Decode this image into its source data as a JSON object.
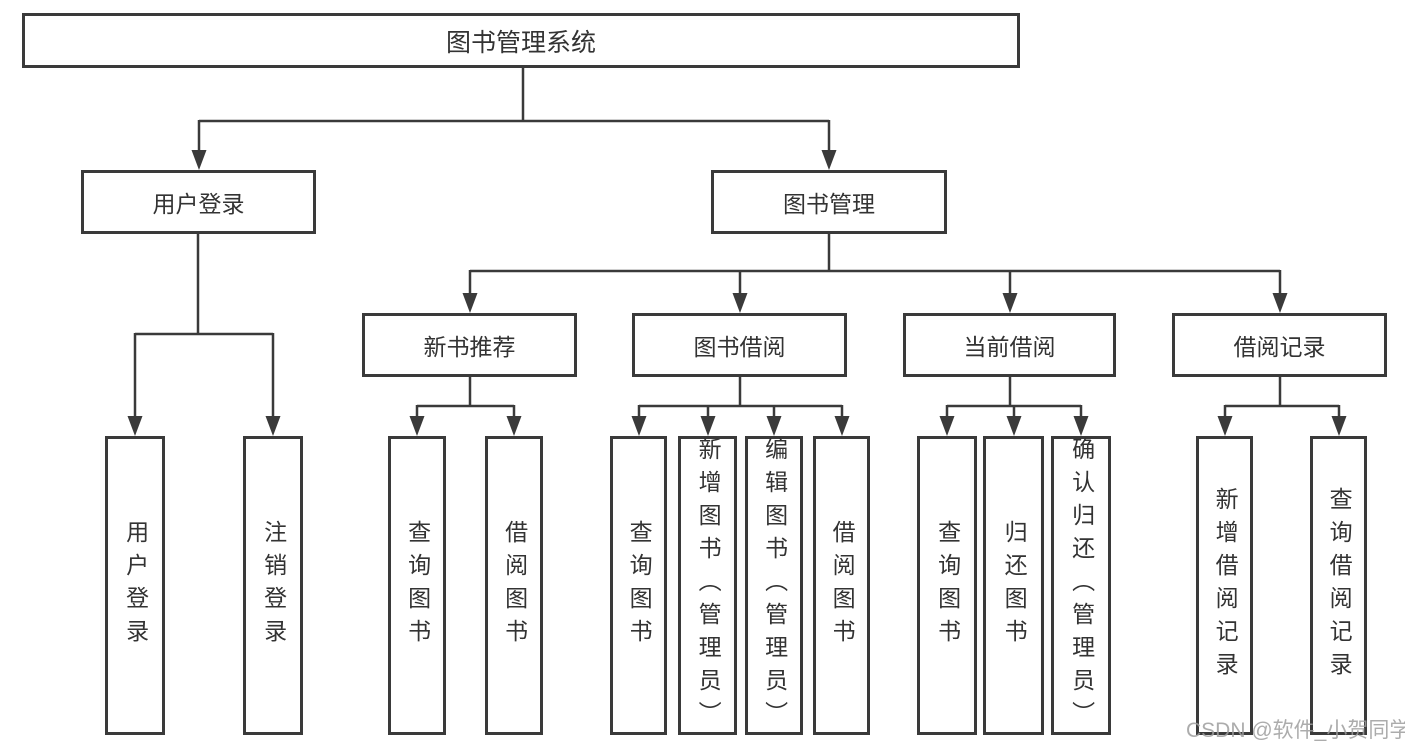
{
  "diagram": {
    "title": "图书管理系统",
    "level2": {
      "user_login_module": "用户登录",
      "book_management": "图书管理"
    },
    "level3": {
      "new_book_recommend": "新书推荐",
      "book_borrowing": "图书借阅",
      "current_borrowing": "当前借阅",
      "borrowing_records": "借阅记录"
    },
    "leaves": {
      "user_login_module": [
        "用户登录",
        "注销登录"
      ],
      "new_book_recommend": [
        "查询图书",
        "借阅图书"
      ],
      "book_borrowing": [
        "查询图书",
        "新增图书（管理员）",
        "编辑图书（管理员）",
        "借阅图书"
      ],
      "current_borrowing": [
        "查询图书",
        "归还图书",
        "确认归还（管理员）"
      ],
      "borrowing_records": [
        "新增借阅记录",
        "查询借阅记录"
      ]
    }
  },
  "watermark": "CSDN @软件_小贺同学",
  "colors": {
    "line": "#3a3a3a",
    "box_border": "#3a3a3a",
    "box_fill": "#ffffff",
    "text": "#333333",
    "watermark": "#9e9e9e",
    "background": "#ffffff"
  }
}
